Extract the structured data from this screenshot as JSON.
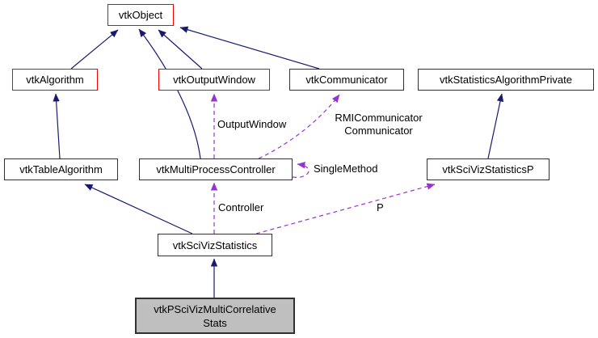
{
  "diagram": {
    "type": "class-collaboration-graph",
    "nodes": [
      {
        "label": "vtkObject",
        "border": "red"
      },
      {
        "label": "vtkAlgorithm",
        "border": "red"
      },
      {
        "label": "vtkOutputWindow",
        "border": "red"
      },
      {
        "label": "vtkCommunicator",
        "border": "black"
      },
      {
        "label": "vtkStatisticsAlgorithmPrivate",
        "border": "black"
      },
      {
        "label": "vtkTableAlgorithm",
        "border": "black"
      },
      {
        "label": "vtkMultiProcessController",
        "border": "black"
      },
      {
        "label": "vtkSciVizStatisticsP",
        "border": "black"
      },
      {
        "label": "vtkSciVizStatistics",
        "border": "black"
      },
      {
        "label_line1": "vtkPSciVizMultiCorrelative",
        "label_line2": "Stats",
        "border": "black",
        "highlighted": true
      }
    ],
    "edge_labels": {
      "output_window": "OutputWindow",
      "rmi_communicator": "RMICommunicator",
      "communicator": "Communicator",
      "single_method": "SingleMethod",
      "controller": "Controller",
      "p": "P"
    },
    "colors": {
      "inheritance_edge": "#191970",
      "usage_edge": "#9a32cd",
      "red_border": "#ff0000",
      "node_border": "#303030",
      "highlight_fill": "#bfbfbf",
      "background": "#ffffff"
    }
  }
}
